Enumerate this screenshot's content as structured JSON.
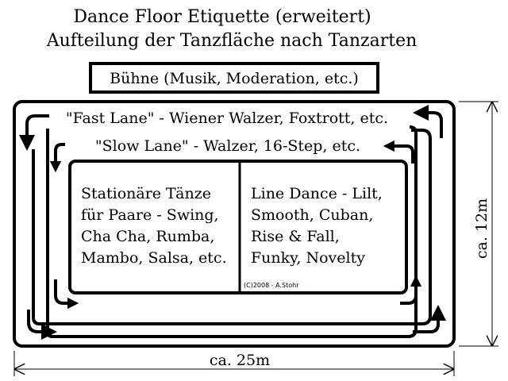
{
  "title_line1": "Dance Floor Etiquette (erweitert)",
  "title_line2": "Aufteilung der Tanzfläche nach Tanzarten",
  "stage_label": "Bühne (Musik, Moderation, etc.)",
  "fast_lane_label": "\"Fast Lane\" - Wiener Walzer, Foxtrott, etc.",
  "slow_lane_label": "\"Slow Lane\" - Walzer, 16-Step, etc.",
  "stationary_lines": [
    "Stationäre Tänze",
    "für Paare - Swing,",
    "Cha Cha, Rumba,",
    "Mambo, Salsa, etc."
  ],
  "line_dance_lines": [
    "Line Dance - Lilt,",
    "Smooth, Cuban,",
    "Rise & Fall,",
    "Funky, Novelty"
  ],
  "copyright": "(C)2008 - A.Stohr",
  "width_label": "ca. 25m",
  "height_label": "ca. 12m"
}
